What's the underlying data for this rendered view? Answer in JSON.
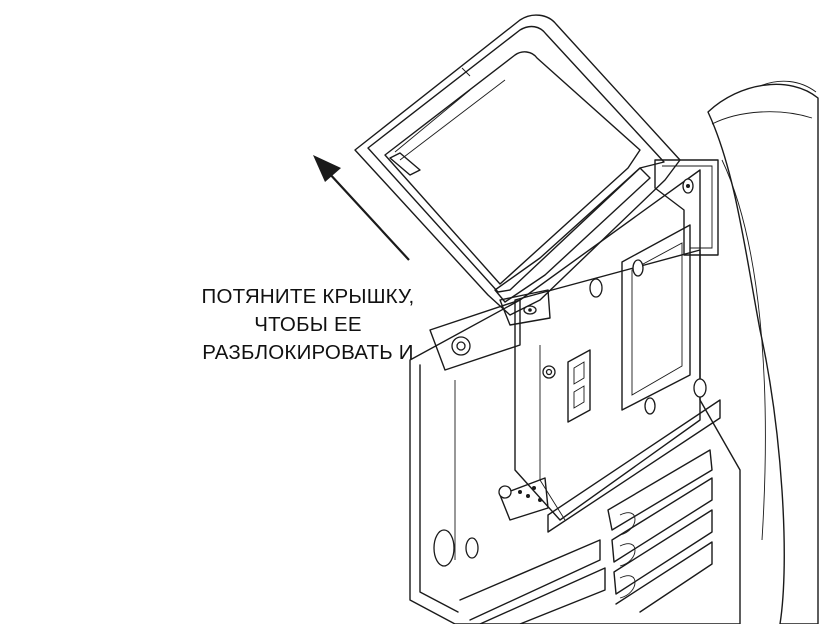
{
  "instruction": {
    "lines": [
      "ПОТЯНИТЕ КРЫШКУ,",
      "ЧТОБЫ ЕЕ",
      "РАЗБЛОКИРОВАТЬ И"
    ]
  },
  "figure": {
    "arrow_direction": "up-left",
    "subject": "device-cover-latch"
  },
  "colors": {
    "ink": "#1a1a1a",
    "background": "#ffffff"
  }
}
